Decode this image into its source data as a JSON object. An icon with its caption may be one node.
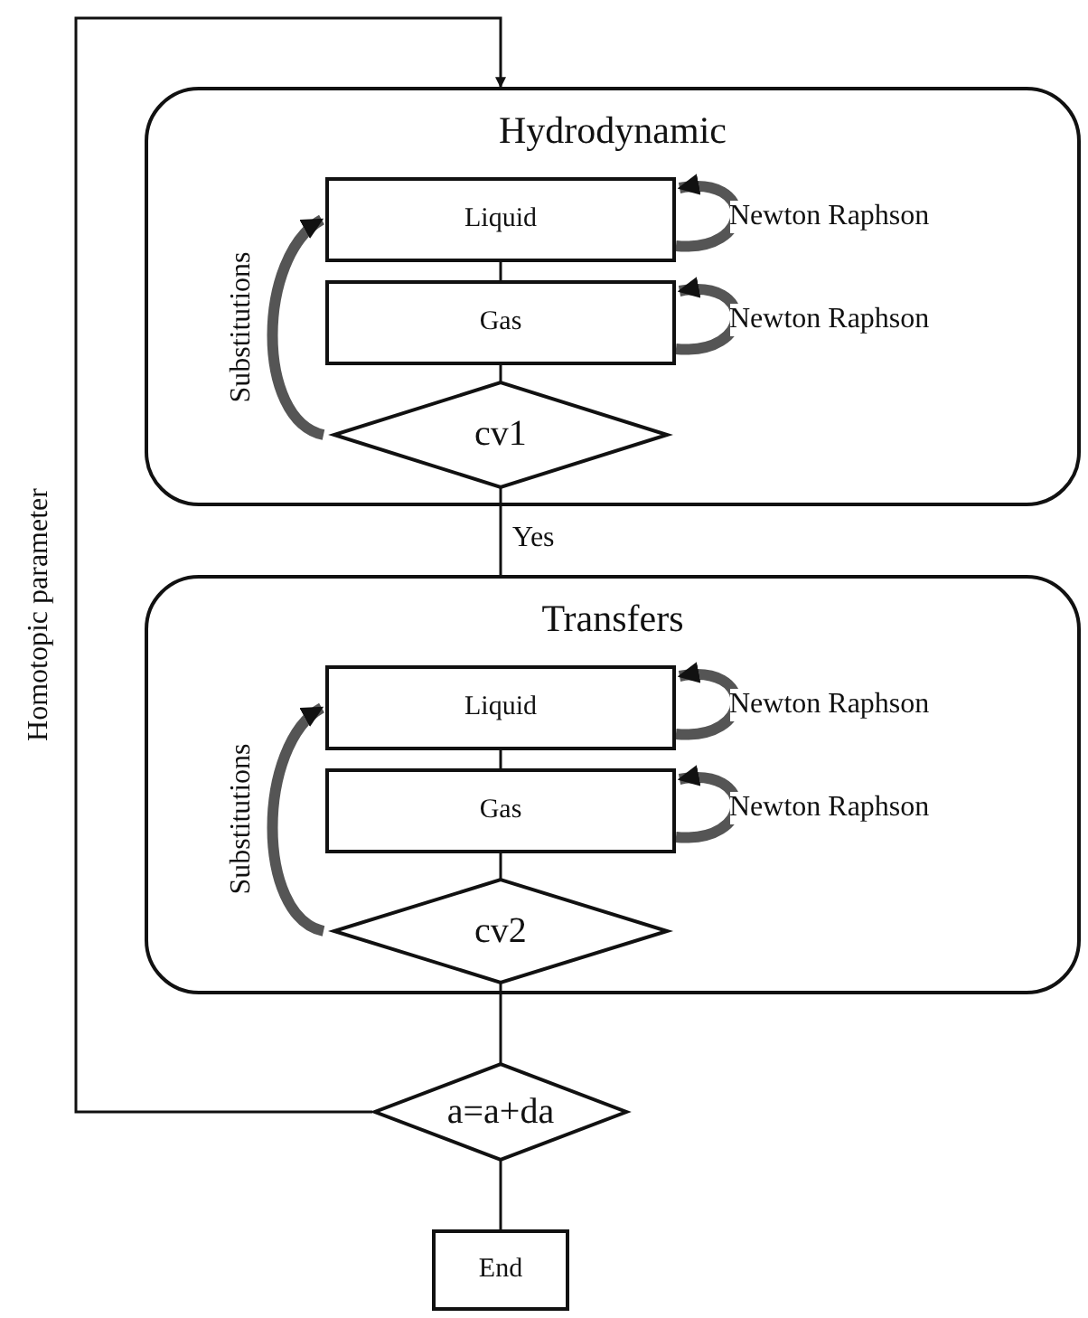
{
  "diagram": {
    "nodes": [
      {
        "text": [
          "Hydrodynamic"
        ]
      },
      {
        "text": [
          "Liquid"
        ],
        "in": 0
      },
      {
        "text": [
          "Gas"
        ],
        "in": 0
      },
      {
        "text": [
          "cv1"
        ],
        "in": 0
      },
      {
        "text": [
          "Transfers"
        ]
      },
      {
        "text": [
          "Liquid"
        ],
        "in": 4
      },
      {
        "text": [
          "Gas"
        ],
        "in": 4
      },
      {
        "text": [
          "cv2"
        ],
        "in": 4
      },
      {
        "text": [
          "a=a+da"
        ]
      },
      {
        "text": [
          "End"
        ]
      }
    ],
    "edges": [
      {
        "from": 1,
        "to": 2,
        "arrow": "none"
      },
      {
        "from": 2,
        "to": 3,
        "arrow": "none"
      },
      {
        "from": 1,
        "to": 1,
        "arrow": "to",
        "label": "Newton Raphson",
        "style": "thick"
      },
      {
        "from": 2,
        "to": 2,
        "arrow": "to",
        "label": "Newton Raphson",
        "style": "thick"
      },
      {
        "from": 3,
        "to": 1,
        "arrow": "to",
        "label": "Substitutions",
        "style": "thick"
      },
      {
        "from": 3,
        "to": 4,
        "arrow": "none",
        "label": "Yes"
      },
      {
        "from": 5,
        "to": 6,
        "arrow": "none"
      },
      {
        "from": 6,
        "to": 7,
        "arrow": "none"
      },
      {
        "from": 5,
        "to": 5,
        "arrow": "to",
        "label": "Newton Raphson",
        "style": "thick"
      },
      {
        "from": 6,
        "to": 6,
        "arrow": "to",
        "label": "Newton Raphson",
        "style": "thick"
      },
      {
        "from": 7,
        "to": 5,
        "arrow": "to",
        "label": "Substitutions",
        "style": "thick"
      },
      {
        "from": 7,
        "to": 8,
        "arrow": "none"
      },
      {
        "from": 8,
        "to": 0,
        "arrow": "to",
        "label": "Homotopic parameter"
      },
      {
        "from": 8,
        "to": 9,
        "arrow": "none"
      }
    ]
  }
}
